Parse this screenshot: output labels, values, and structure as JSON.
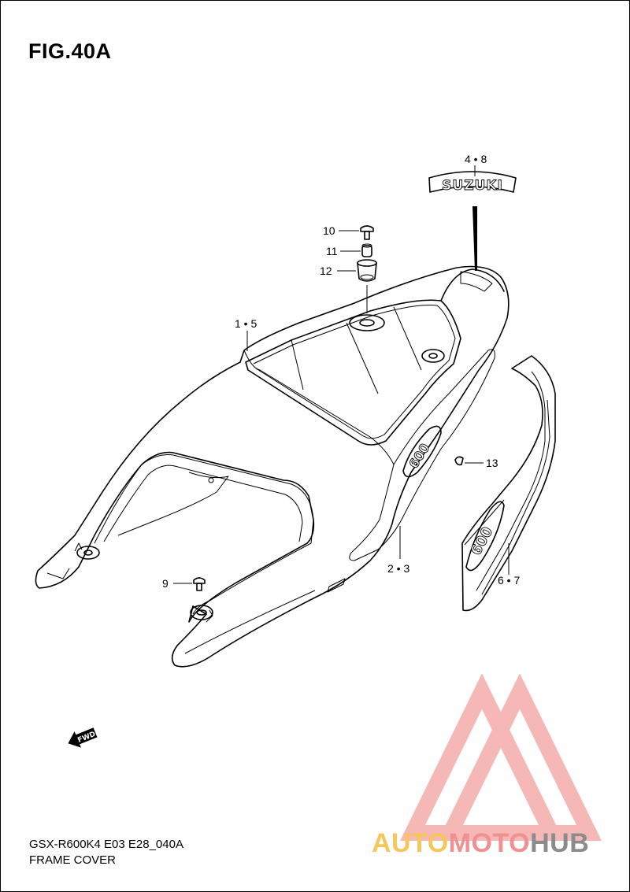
{
  "figure": {
    "title": "FIG.40A",
    "model_code": "GSX-R600K4 E03 E28_040A",
    "section_name": "FRAME COVER"
  },
  "decal_text": "SUZUKI",
  "side_badge_text": "600",
  "fwd_label": "FWD",
  "callouts": [
    {
      "id": "c-4-8",
      "label": "4 • 8"
    },
    {
      "id": "c-10",
      "label": "10"
    },
    {
      "id": "c-11",
      "label": "11"
    },
    {
      "id": "c-12",
      "label": "12"
    },
    {
      "id": "c-1-5",
      "label": "1 • 5"
    },
    {
      "id": "c-13",
      "label": "13"
    },
    {
      "id": "c-2-3",
      "label": "2 • 3"
    },
    {
      "id": "c-6-7",
      "label": "6 • 7"
    },
    {
      "id": "c-9",
      "label": "9"
    }
  ],
  "watermark": {
    "part1": "AUTO",
    "part2": "MOTO",
    "part3": "HUB",
    "colors": {
      "part1": "#f7c65a",
      "part2": "#f09090",
      "part3": "#8c8c8c"
    }
  }
}
